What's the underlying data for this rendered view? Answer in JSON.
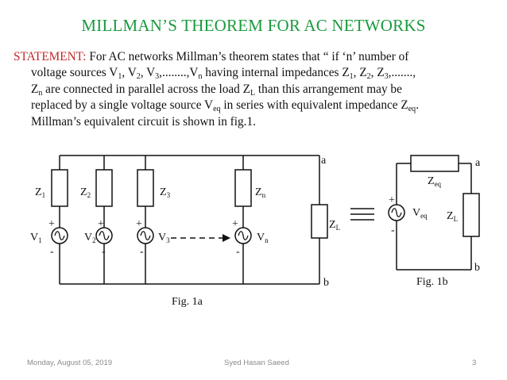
{
  "slide": {
    "title": "MILLMAN’S THEOREM  FOR AC NETWORKS",
    "statement_label": "STATEMENT:",
    "statement": {
      "l1_a": " For AC networks Millman’s theorem states that “ if ‘n’ number of",
      "l2_a": "voltage sources V",
      "l2_s1": "1",
      "l2_b": ", V",
      "l2_s2": "2",
      "l2_c": ", V",
      "l2_s3": "3",
      "l2_d": ",........,V",
      "l2_s4": "n",
      "l2_e": " having internal impedances Z",
      "l2_s5": "1",
      "l2_f": ", Z",
      "l2_s6": "2",
      "l2_g": ", Z",
      "l2_s7": "3",
      "l2_h": ",.......,",
      "l3_a": "Z",
      "l3_s1": "n",
      "l3_b": " are connected in parallel across the load Z",
      "l3_s2": "L",
      "l3_c": " than this arrangement may be",
      "l4_a": "replaced by a single voltage source V",
      "l4_s1": "eq",
      "l4_b": " in series with equivalent impedance Z",
      "l4_s2": "eq",
      "l4_c": ".",
      "l5": "Millman’s equivalent circuit is shown in fig.1."
    }
  },
  "fig1a": {
    "z1": "Z",
    "z1_sub": "1",
    "z2": "Z",
    "z2_sub": "2",
    "z3": "Z",
    "z3_sub": "3",
    "zn": "Z",
    "zn_sub": "n",
    "zl": "Z",
    "zl_sub": "L",
    "v1": "V",
    "v1_sub": "1",
    "v2": "V",
    "v2_sub": "2",
    "v3": "V",
    "v3_sub": "3",
    "vn": "V",
    "vn_sub": "n",
    "plus": "+",
    "minus": "-",
    "node_a": "a",
    "node_b": "b",
    "caption": "Fig. 1a"
  },
  "fig1b": {
    "zeq": "Z",
    "zeq_sub": "eq",
    "veq": "V",
    "veq_sub": "eq",
    "zl": "Z",
    "zl_sub": "L",
    "plus": "+",
    "minus": "-",
    "node_a": "a",
    "node_b": "b",
    "caption": "Fig. 1b"
  },
  "footer": {
    "date": "Monday, August 05, 2019",
    "author": "Syed Hasan Saeed",
    "page": "3"
  },
  "colors": {
    "title": "#1a9a3e",
    "statement_label": "#c0282a",
    "ink": "#111111",
    "footer": "#8a8a8a"
  }
}
